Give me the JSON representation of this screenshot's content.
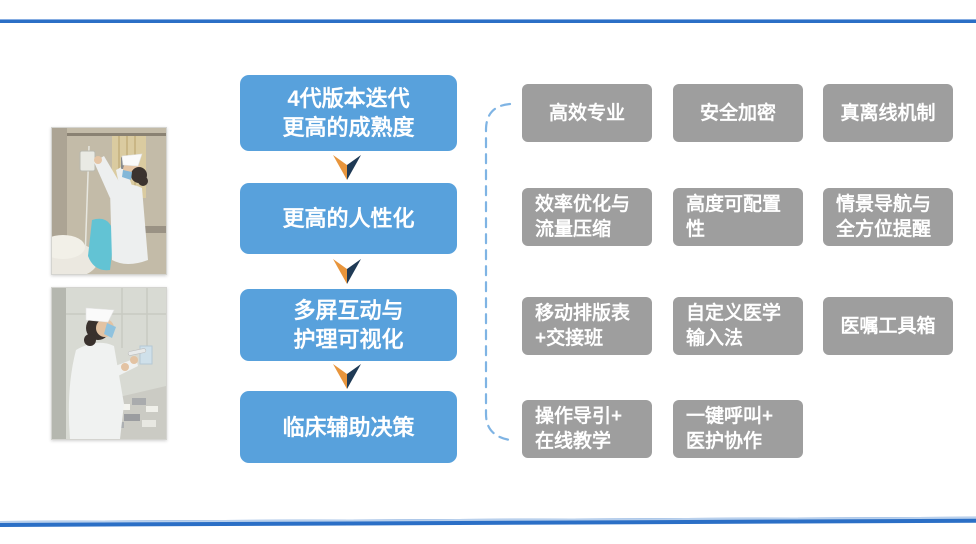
{
  "slide": {
    "colors": {
      "flow_box": "#58a1dc",
      "feature_box": "#9e9e9e",
      "arrow_orange": "#e8953c",
      "arrow_navy": "#1f3a55",
      "accent_line": "#2b6fc6",
      "bracket_dash": "#7fb4e4",
      "text": "#ffffff"
    },
    "flow": {
      "steps": [
        {
          "lines": [
            "4代版本迭代",
            "更高的成熟度"
          ]
        },
        {
          "lines": [
            "更高的人性化"
          ]
        },
        {
          "lines": [
            "多屏互动与",
            "护理可视化"
          ]
        },
        {
          "lines": [
            "临床辅助决策"
          ]
        }
      ]
    },
    "features": {
      "items": [
        {
          "lines": [
            "高效专业"
          ]
        },
        {
          "lines": [
            "安全加密"
          ]
        },
        {
          "lines": [
            "真离线机制"
          ]
        },
        {
          "lines": [
            "效率优化与",
            "流量压缩"
          ]
        },
        {
          "lines": [
            "高度可配置",
            "性"
          ]
        },
        {
          "lines": [
            "情景导航与",
            "全方位提醒"
          ]
        },
        {
          "lines": [
            "移动排版表",
            "+交接班"
          ]
        },
        {
          "lines": [
            "自定义医学",
            "输入法"
          ]
        },
        {
          "lines": [
            "医嘱工具箱"
          ]
        },
        {
          "lines": [
            "操作导引+",
            "在线教学"
          ]
        },
        {
          "lines": [
            "一键呼叫+",
            "医护协作"
          ]
        }
      ]
    }
  }
}
